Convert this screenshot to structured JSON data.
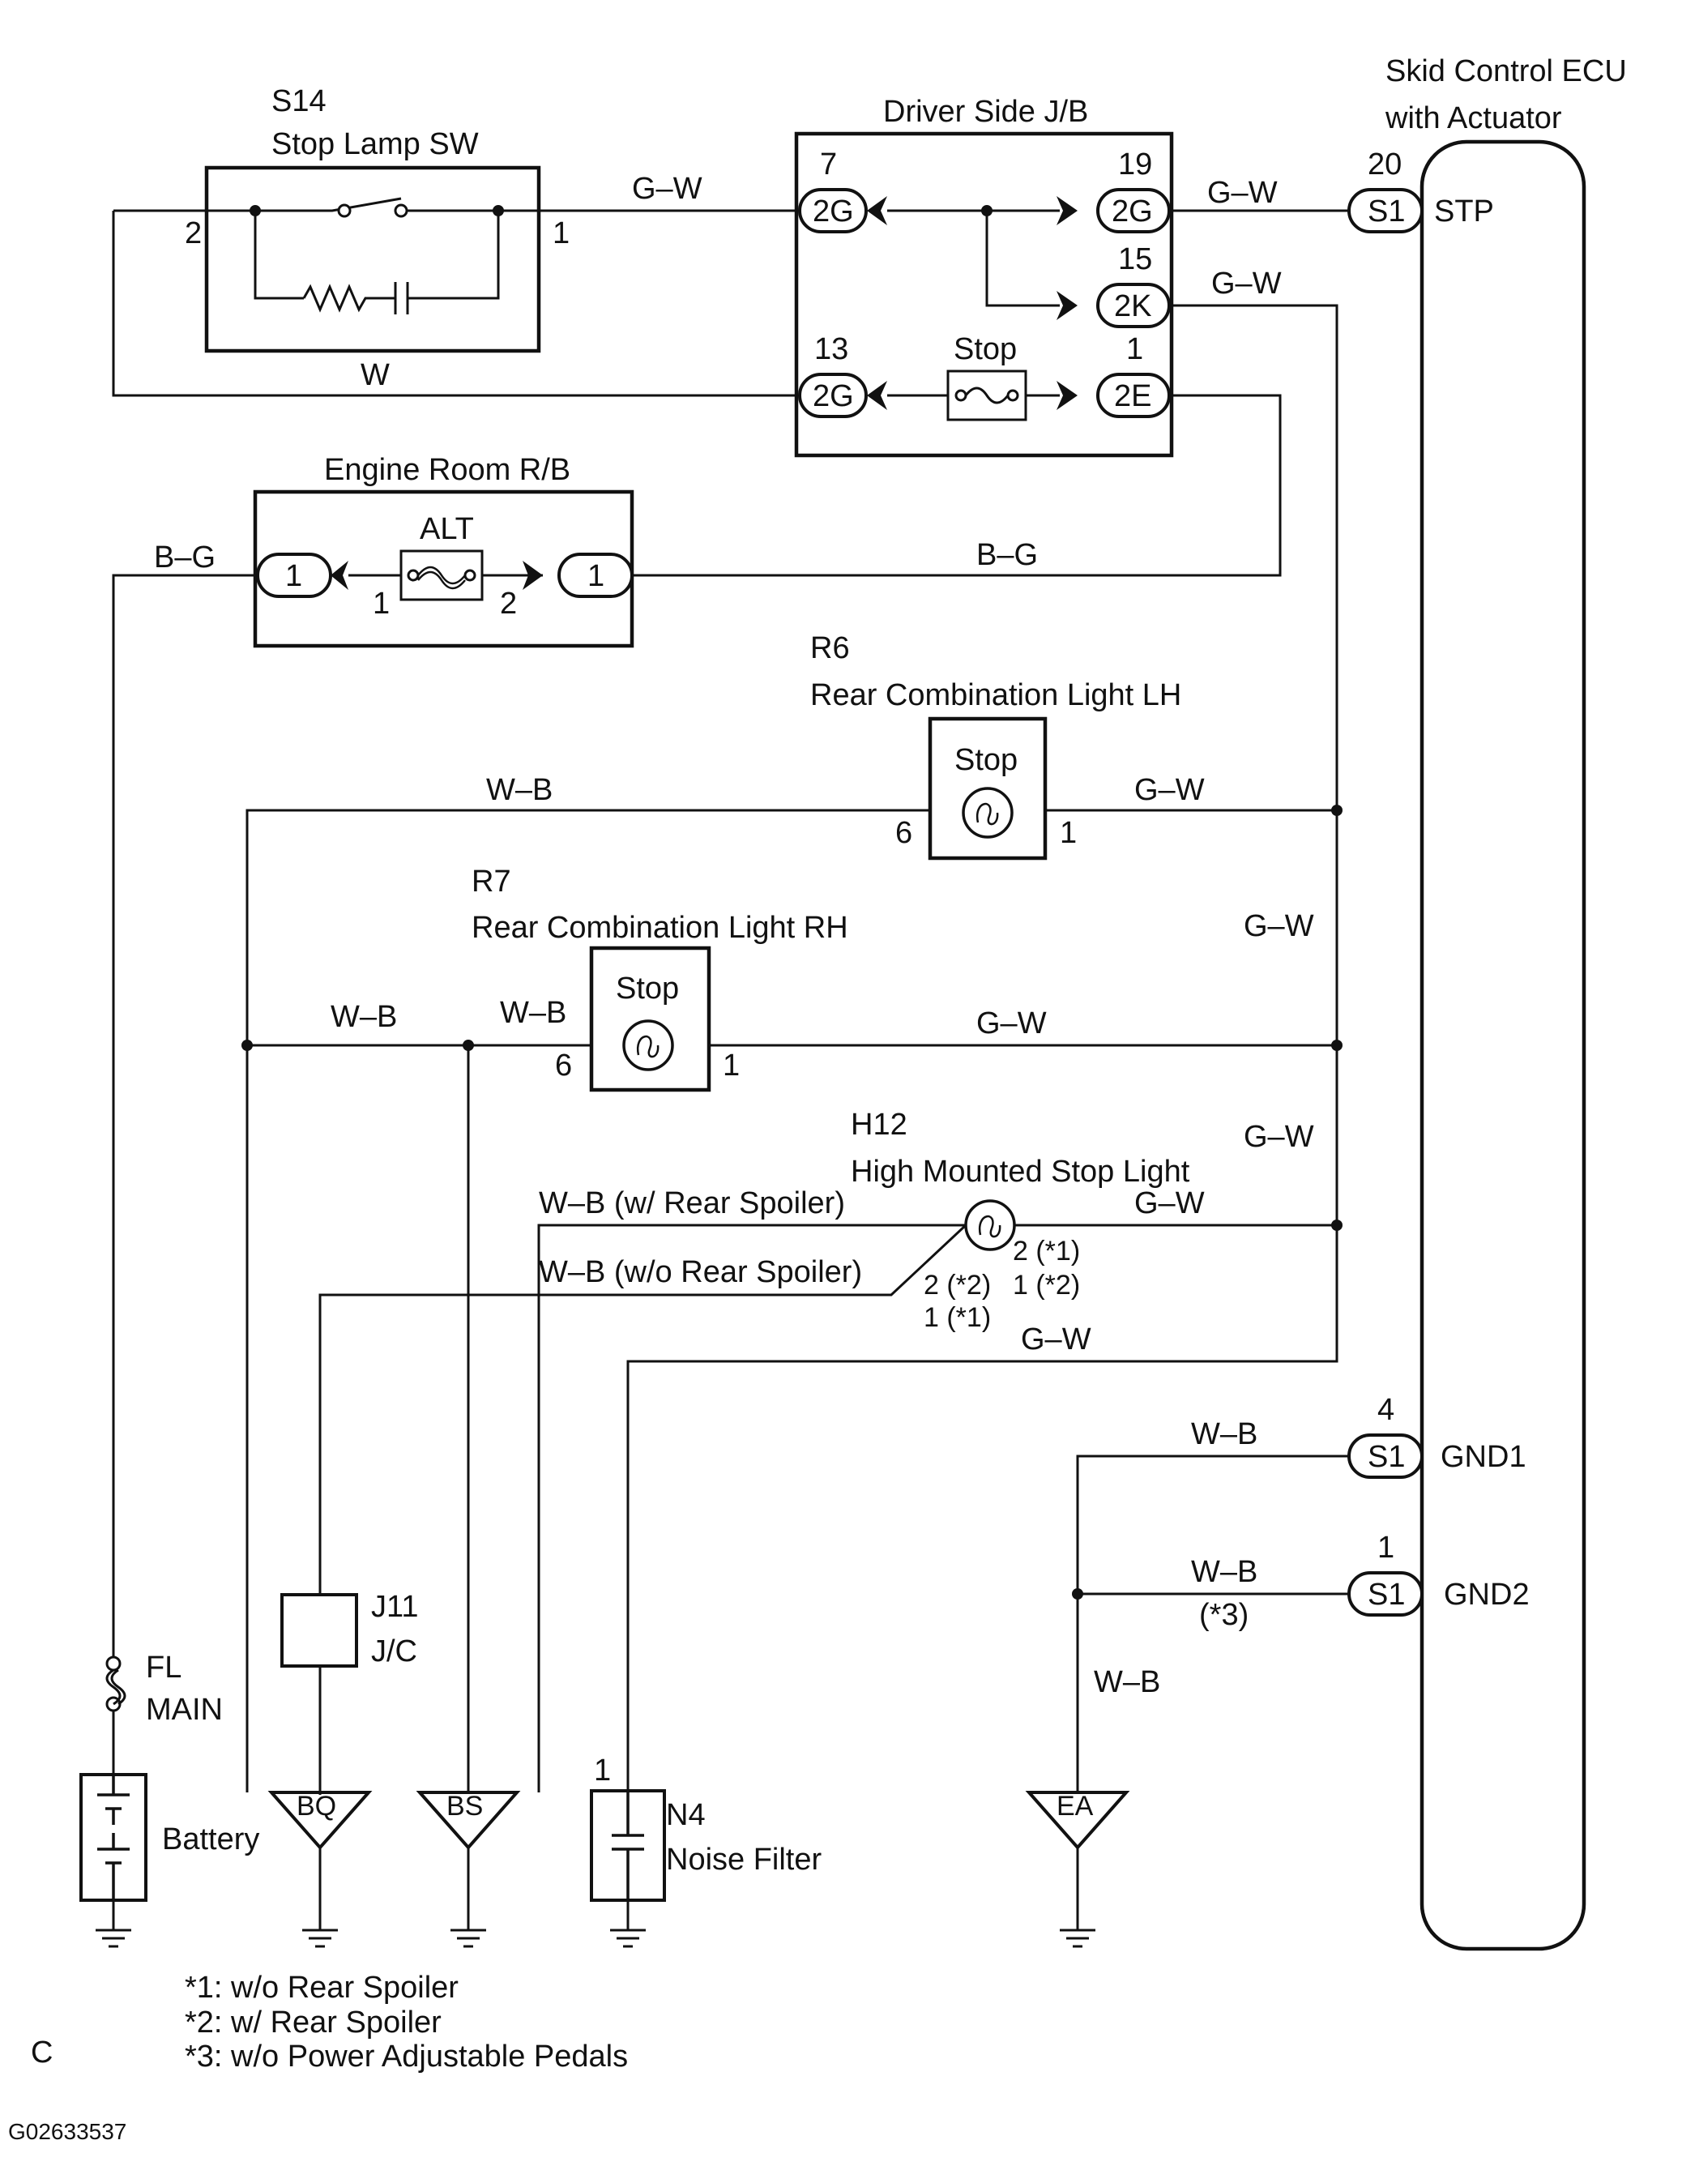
{
  "components": {
    "s14": {
      "code": "S14",
      "name": "Stop Lamp SW",
      "pin_left": "2",
      "pin_right": "1"
    },
    "driver_jb": {
      "name": "Driver Side J/B",
      "fuse_label": "Stop",
      "conn_2g_a": {
        "label": "2G",
        "pin": "7"
      },
      "conn_2g_b": {
        "label": "2G",
        "pin": "19"
      },
      "conn_2k": {
        "label": "2K",
        "pin": "15"
      },
      "conn_2g_c": {
        "label": "2G",
        "pin": "13"
      },
      "conn_2e": {
        "label": "2E",
        "pin": "1"
      }
    },
    "ecu": {
      "name_line1": "Skid Control ECU",
      "name_line2": "with Actuator",
      "stp": {
        "conn": "S1",
        "pin": "20",
        "terminal": "STP"
      },
      "gnd1": {
        "conn": "S1",
        "pin": "4",
        "terminal": "GND1"
      },
      "gnd2": {
        "conn": "S1",
        "pin": "1",
        "terminal": "GND2"
      }
    },
    "engine_rb": {
      "name": "Engine Room R/B",
      "fuse_label": "ALT",
      "conn_left": "1",
      "conn_right": "1",
      "pin_1": "1",
      "pin_2": "2"
    },
    "r6": {
      "code": "R6",
      "name": "Rear Combination Light LH",
      "lamp": "Stop",
      "pin_left": "6",
      "pin_right": "1"
    },
    "r7": {
      "code": "R7",
      "name": "Rear Combination Light RH",
      "lamp": "Stop",
      "pin_left": "6",
      "pin_right": "1"
    },
    "h12": {
      "code": "H12",
      "name": "High Mounted Stop Light",
      "pin_a": "2 (*1)",
      "pin_b": "1 (*2)",
      "pin_c": "2 (*2)",
      "pin_d": "1 (*1)"
    },
    "j11": {
      "code": "J11",
      "name": "J/C"
    },
    "fl": {
      "code": "FL",
      "name": "MAIN"
    },
    "battery": {
      "name": "Battery"
    },
    "n4": {
      "code": "N4",
      "name": "Noise Filter",
      "pin": "1"
    },
    "grounds": {
      "bq": "BQ",
      "bs": "BS",
      "ea": "EA"
    }
  },
  "wires": {
    "gw_s14_jb": "G–W",
    "gw_jb_ecu": "G–W",
    "gw_2k": "G–W",
    "w_loop": "W",
    "bg_left": "B–G",
    "bg_right": "B–G",
    "wb_r6": "W–B",
    "gw_r6": "G–W",
    "gw_mid1": "G–W",
    "wb_r7_left": "W–B",
    "wb_r7": "W–B",
    "gw_r7": "G–W",
    "gw_mid2": "G–W",
    "wb_h12_with": "W–B (w/ Rear Spoiler)",
    "wb_h12_without": "W–B (w/o Rear Spoiler)",
    "gw_h12": "G–W",
    "gw_n4": "G–W",
    "wb_gnd1": "W–B",
    "wb_gnd2": "W–B",
    "note_gnd2": "(*3)",
    "wb_ea": "W–B"
  },
  "notes": [
    "*1: w/o Rear Spoiler",
    "*2: w/ Rear Spoiler",
    "*3: w/o Power Adjustable Pedals"
  ],
  "corner_letter": "C",
  "figure_id": "G02633537"
}
